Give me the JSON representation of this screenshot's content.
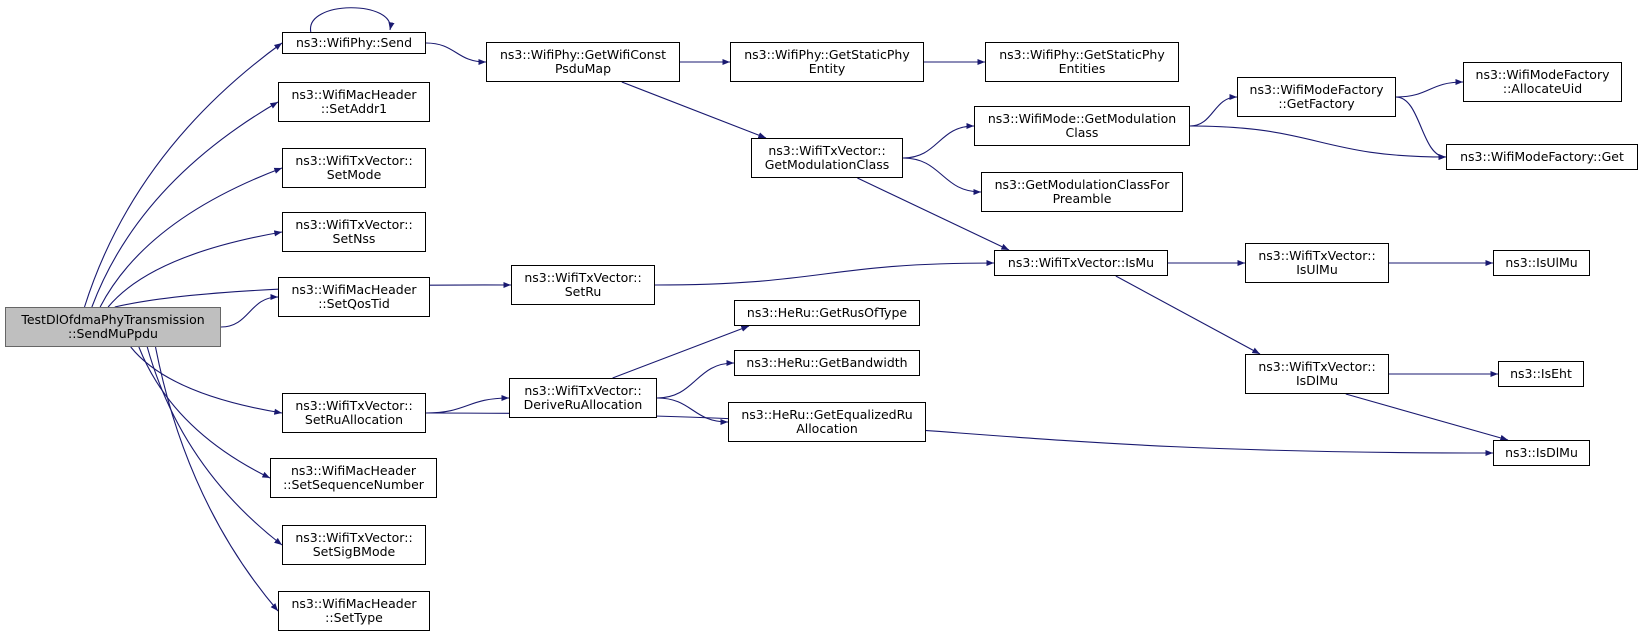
{
  "colors": {
    "edge": "#191970",
    "root_fill": "#bfbfbf",
    "node_fill": "#ffffff",
    "border": "#000000"
  },
  "nodes": {
    "root": [
      "TestDlOfdmaPhyTransmission",
      "::SendMuPpdu"
    ],
    "send": [
      "ns3::WifiPhy::Send"
    ],
    "setaddr1": [
      "ns3::WifiMacHeader",
      "::SetAddr1"
    ],
    "setmode": [
      "ns3::WifiTxVector::",
      "SetMode"
    ],
    "setnss": [
      "ns3::WifiTxVector::",
      "SetNss"
    ],
    "setqostid": [
      "ns3::WifiMacHeader",
      "::SetQosTid"
    ],
    "setrualloc": [
      "ns3::WifiTxVector::",
      "SetRuAllocation"
    ],
    "setseqnum": [
      "ns3::WifiMacHeader",
      "::SetSequenceNumber"
    ],
    "setsigbmode": [
      "ns3::WifiTxVector::",
      "SetSigBMode"
    ],
    "settype": [
      "ns3::WifiMacHeader",
      "::SetType"
    ],
    "getwificonst": [
      "ns3::WifiPhy::GetWifiConst",
      "PsduMap"
    ],
    "setru": [
      "ns3::WifiTxVector::",
      "SetRu"
    ],
    "deriverualloc": [
      "ns3::WifiTxVector::",
      "DeriveRuAllocation"
    ],
    "getstaticphyentity": [
      "ns3::WifiPhy::GetStaticPhy",
      "Entity"
    ],
    "getstaticphyentities": [
      "ns3::WifiPhy::GetStaticPhy",
      "Entities"
    ],
    "txgetmodclass": [
      "ns3::WifiTxVector::",
      "GetModulationClass"
    ],
    "modegetmodclass": [
      "ns3::WifiMode::GetModulation",
      "Class"
    ],
    "getmodclassforpreamble": [
      "ns3::GetModulationClassFor",
      "Preamble"
    ],
    "getfactory": [
      "ns3::WifiModeFactory",
      "::GetFactory"
    ],
    "allocateuid": [
      "ns3::WifiModeFactory",
      "::AllocateUid"
    ],
    "factoryget": [
      "ns3::WifiModeFactory::Get"
    ],
    "ismu": [
      "ns3::WifiTxVector::IsMu"
    ],
    "txisulmu": [
      "ns3::WifiTxVector::",
      "IsUlMu"
    ],
    "isulmu": [
      "ns3::IsUlMu"
    ],
    "txisdlmu": [
      "ns3::WifiTxVector::",
      "IsDlMu"
    ],
    "iseht": [
      "ns3::IsEht"
    ],
    "isdlmu": [
      "ns3::IsDlMu"
    ],
    "getrusoftype": [
      "ns3::HeRu::GetRusOfType"
    ],
    "getbandwidth": [
      "ns3::HeRu::GetBandwidth"
    ],
    "getequalizedru": [
      "ns3::HeRu::GetEqualizedRu",
      "Allocation"
    ]
  },
  "edges": [
    [
      "root",
      "send"
    ],
    [
      "root",
      "setaddr1"
    ],
    [
      "root",
      "setmode"
    ],
    [
      "root",
      "setnss"
    ],
    [
      "root",
      "setqostid"
    ],
    [
      "root",
      "setru"
    ],
    [
      "root",
      "setrualloc"
    ],
    [
      "root",
      "setseqnum"
    ],
    [
      "root",
      "setsigbmode"
    ],
    [
      "root",
      "settype"
    ],
    [
      "send",
      "send"
    ],
    [
      "send",
      "getwificonst"
    ],
    [
      "getwificonst",
      "getstaticphyentity"
    ],
    [
      "getwificonst",
      "txgetmodclass"
    ],
    [
      "getstaticphyentity",
      "getstaticphyentities"
    ],
    [
      "txgetmodclass",
      "modegetmodclass"
    ],
    [
      "txgetmodclass",
      "getmodclassforpreamble"
    ],
    [
      "txgetmodclass",
      "ismu"
    ],
    [
      "modegetmodclass",
      "getfactory"
    ],
    [
      "modegetmodclass",
      "factoryget"
    ],
    [
      "getfactory",
      "allocateuid"
    ],
    [
      "getfactory",
      "factoryget"
    ],
    [
      "setru",
      "ismu"
    ],
    [
      "ismu",
      "txisulmu"
    ],
    [
      "ismu",
      "txisdlmu"
    ],
    [
      "txisulmu",
      "isulmu"
    ],
    [
      "txisdlmu",
      "iseht"
    ],
    [
      "txisdlmu",
      "isdlmu"
    ],
    [
      "setrualloc",
      "deriverualloc"
    ],
    [
      "setrualloc",
      "isdlmu"
    ],
    [
      "deriverualloc",
      "getrusoftype"
    ],
    [
      "deriverualloc",
      "getbandwidth"
    ],
    [
      "deriverualloc",
      "getequalizedru"
    ]
  ]
}
